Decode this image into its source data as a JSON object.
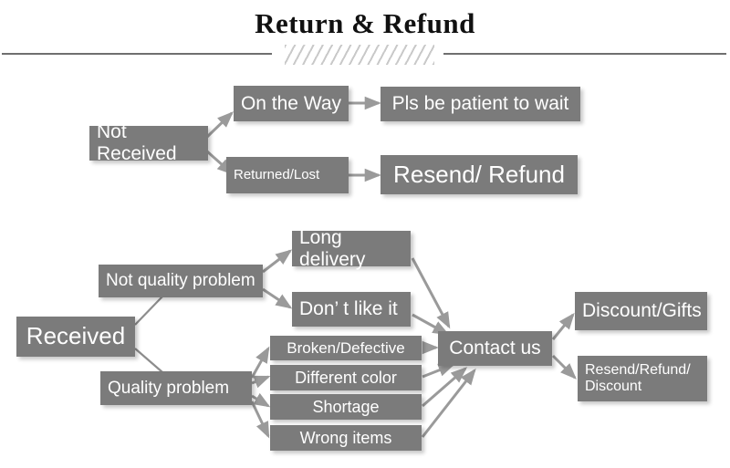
{
  "page": {
    "title": "Return & Refund",
    "background_color": "#ffffff",
    "node_color": "#7b7b7b",
    "node_text_color": "#ffffff",
    "rule_color": "#6f6f6f",
    "hatch_color": "#c9c9c9",
    "arrow_color": "#9a9a9a"
  },
  "divider": {
    "name": "decorative-divider",
    "hatch_marks": "///////////////"
  },
  "flow_not_received": {
    "root": "Not Received",
    "branches": [
      {
        "cause": "On the Way",
        "result": "Pls be patient to wait"
      },
      {
        "cause": "Returned/Lost",
        "result": "Resend/ Refund"
      }
    ]
  },
  "flow_received": {
    "root": "Received",
    "categories": [
      {
        "label": "Not quality problem",
        "reasons": [
          "Long delivery",
          "Don’  t like it"
        ]
      },
      {
        "label": "Quality problem",
        "reasons": [
          "Broken/Defective",
          "Different color",
          "Shortage",
          "Wrong items"
        ]
      }
    ],
    "action": "Contact us",
    "outcomes": [
      "Discount/Gifts",
      "Resend/Refund/\nDiscount"
    ]
  }
}
